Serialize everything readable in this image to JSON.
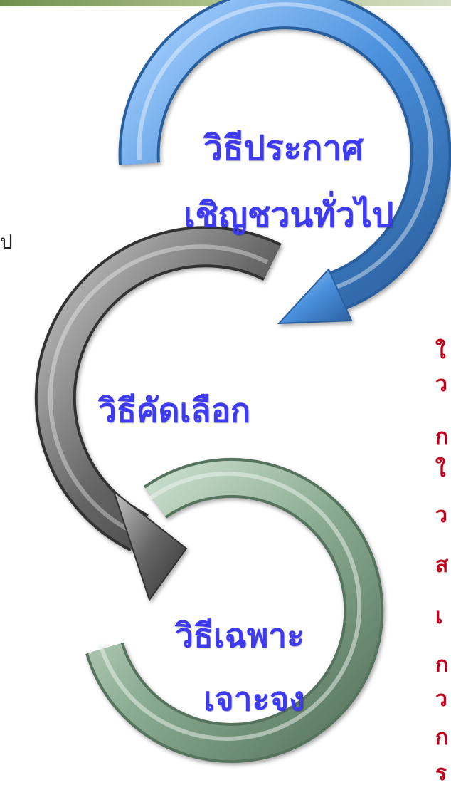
{
  "stages": [
    {
      "line1": "วิธีประกาศ",
      "line2": "เชิญชวนทั่วไป",
      "color": "#4a90dc"
    },
    {
      "line1": "วิธีคัดเลือก",
      "color": "#666666"
    },
    {
      "line1": "วิธีเฉพาะ",
      "line2": "เจาะจง",
      "color": "#7e9f86"
    }
  ],
  "label_color": "#3e3af2",
  "left_fragment": "ป",
  "right_fragments": [
    "ใ",
    "ว",
    "ก",
    "ใ",
    "ว",
    "ส",
    "เ",
    "ก",
    "ว",
    "ก",
    "ร"
  ],
  "right_fragment_color": "#c0001a"
}
